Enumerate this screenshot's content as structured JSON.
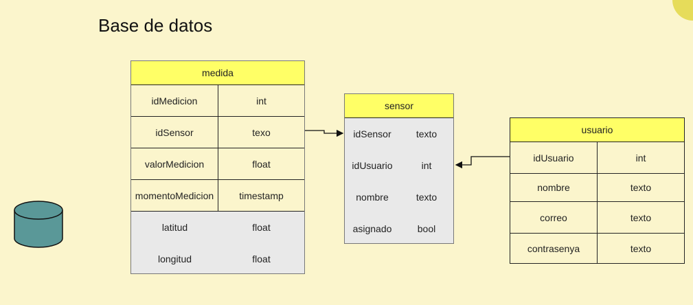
{
  "title": "Base de datos",
  "icons": {
    "database": "database-icon"
  },
  "colors": {
    "background": "#fbf5cc",
    "header": "#ffff66",
    "db_fill": "#5a9898"
  },
  "tables": {
    "medida": {
      "name": "medida",
      "rows": [
        {
          "field": "idMedicion",
          "type": "int"
        },
        {
          "field": "idSensor",
          "type": "texo"
        },
        {
          "field": "valorMedicion",
          "type": "float"
        },
        {
          "field": "momentoMedicion",
          "type": "timestamp"
        },
        {
          "field": "latitud",
          "type": "float"
        },
        {
          "field": "longitud",
          "type": "float"
        }
      ]
    },
    "sensor": {
      "name": "sensor",
      "rows": [
        {
          "field": "idSensor",
          "type": "texto"
        },
        {
          "field": "idUsuario",
          "type": "int"
        },
        {
          "field": "nombre",
          "type": "texto"
        },
        {
          "field": "asignado",
          "type": "bool"
        }
      ]
    },
    "usuario": {
      "name": "usuario",
      "rows": [
        {
          "field": "idUsuario",
          "type": "int"
        },
        {
          "field": "nombre",
          "type": "texto"
        },
        {
          "field": "correo",
          "type": "texto"
        },
        {
          "field": "contrasenya",
          "type": "texto"
        }
      ]
    }
  }
}
